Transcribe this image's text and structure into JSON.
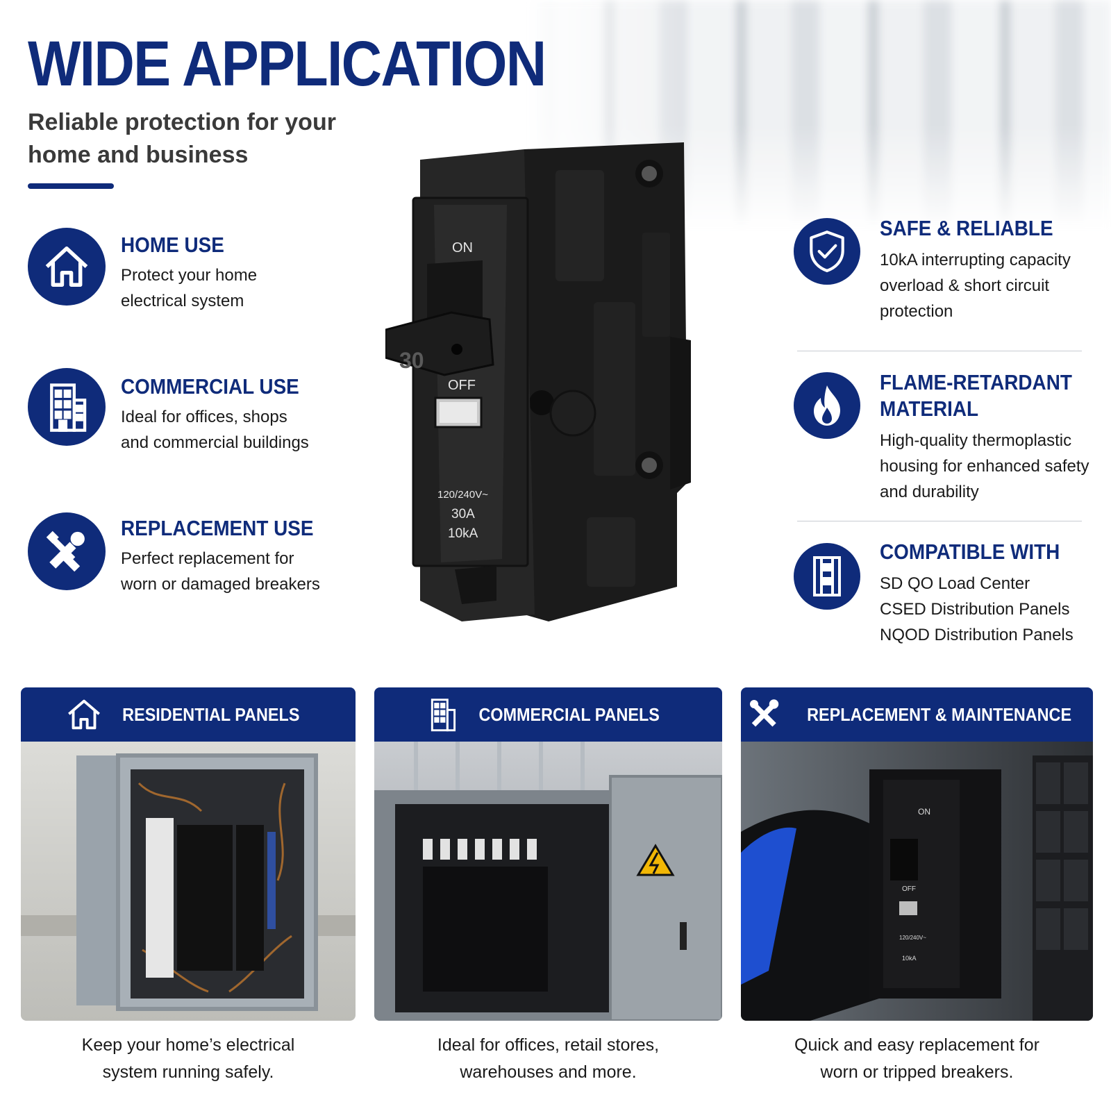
{
  "hero": {
    "title": "WIDE APPLICATION",
    "subtitle_line1": "Reliable protection for your",
    "subtitle_line2": "home and business"
  },
  "left_features": [
    {
      "icon": "house-icon",
      "title": "HOME USE",
      "line1": "Protect your home",
      "line2": "electrical system"
    },
    {
      "icon": "building-icon",
      "title": "COMMERCIAL USE",
      "line1": "Ideal for offices, shops",
      "line2": "and commercial buildings"
    },
    {
      "icon": "tools-icon",
      "title": "REPLACEMENT USE",
      "line1": "Perfect replacement for",
      "line2": "worn or damaged breakers"
    }
  ],
  "right_features": [
    {
      "icon": "shield-check-icon",
      "title": "SAFE & RELIABLE",
      "lines": [
        "10kA interrupting capacity",
        "overload & short circuit",
        "protection"
      ]
    },
    {
      "icon": "flame-icon",
      "title_line1": "FLAME-RETARDANT",
      "title_line2": "MATERIAL",
      "lines": [
        "High-quality thermoplastic",
        "housing for enhanced safety",
        "and durability"
      ]
    },
    {
      "icon": "panel-icon",
      "title": "COMPATIBLE WITH",
      "lines": [
        "SD QO Load Center",
        "CSED Distribution Panels",
        "NQOD Distribution Panels"
      ]
    }
  ],
  "breaker": {
    "on_label": "ON",
    "off_label": "OFF",
    "handle_rating": "30",
    "voltage": "120/240V~",
    "current": "30A",
    "capacity": "10kA"
  },
  "cards": [
    {
      "icon": "house-icon",
      "title": "RESIDENTIAL PANELS",
      "caption1": "Keep your home’s electrical",
      "caption2": "system running safely."
    },
    {
      "icon": "building-icon",
      "title": "COMMERCIAL PANELS",
      "caption1": "Ideal for offices, retail stores,",
      "caption2": "warehouses and more."
    },
    {
      "icon": "tools-icon",
      "title": "REPLACEMENT & MAINTENANCE",
      "caption1": "Quick and easy replacement for",
      "caption2": "worn or tripped breakers."
    }
  ],
  "replacement_breaker": {
    "on_label": "ON",
    "off_label": "OFF",
    "voltage": "120/240V~",
    "capacity": "10kA"
  },
  "colors": {
    "brand_blue": "#0f2b7a",
    "text": "#1a1a1a",
    "warning_yellow": "#f2b705"
  }
}
